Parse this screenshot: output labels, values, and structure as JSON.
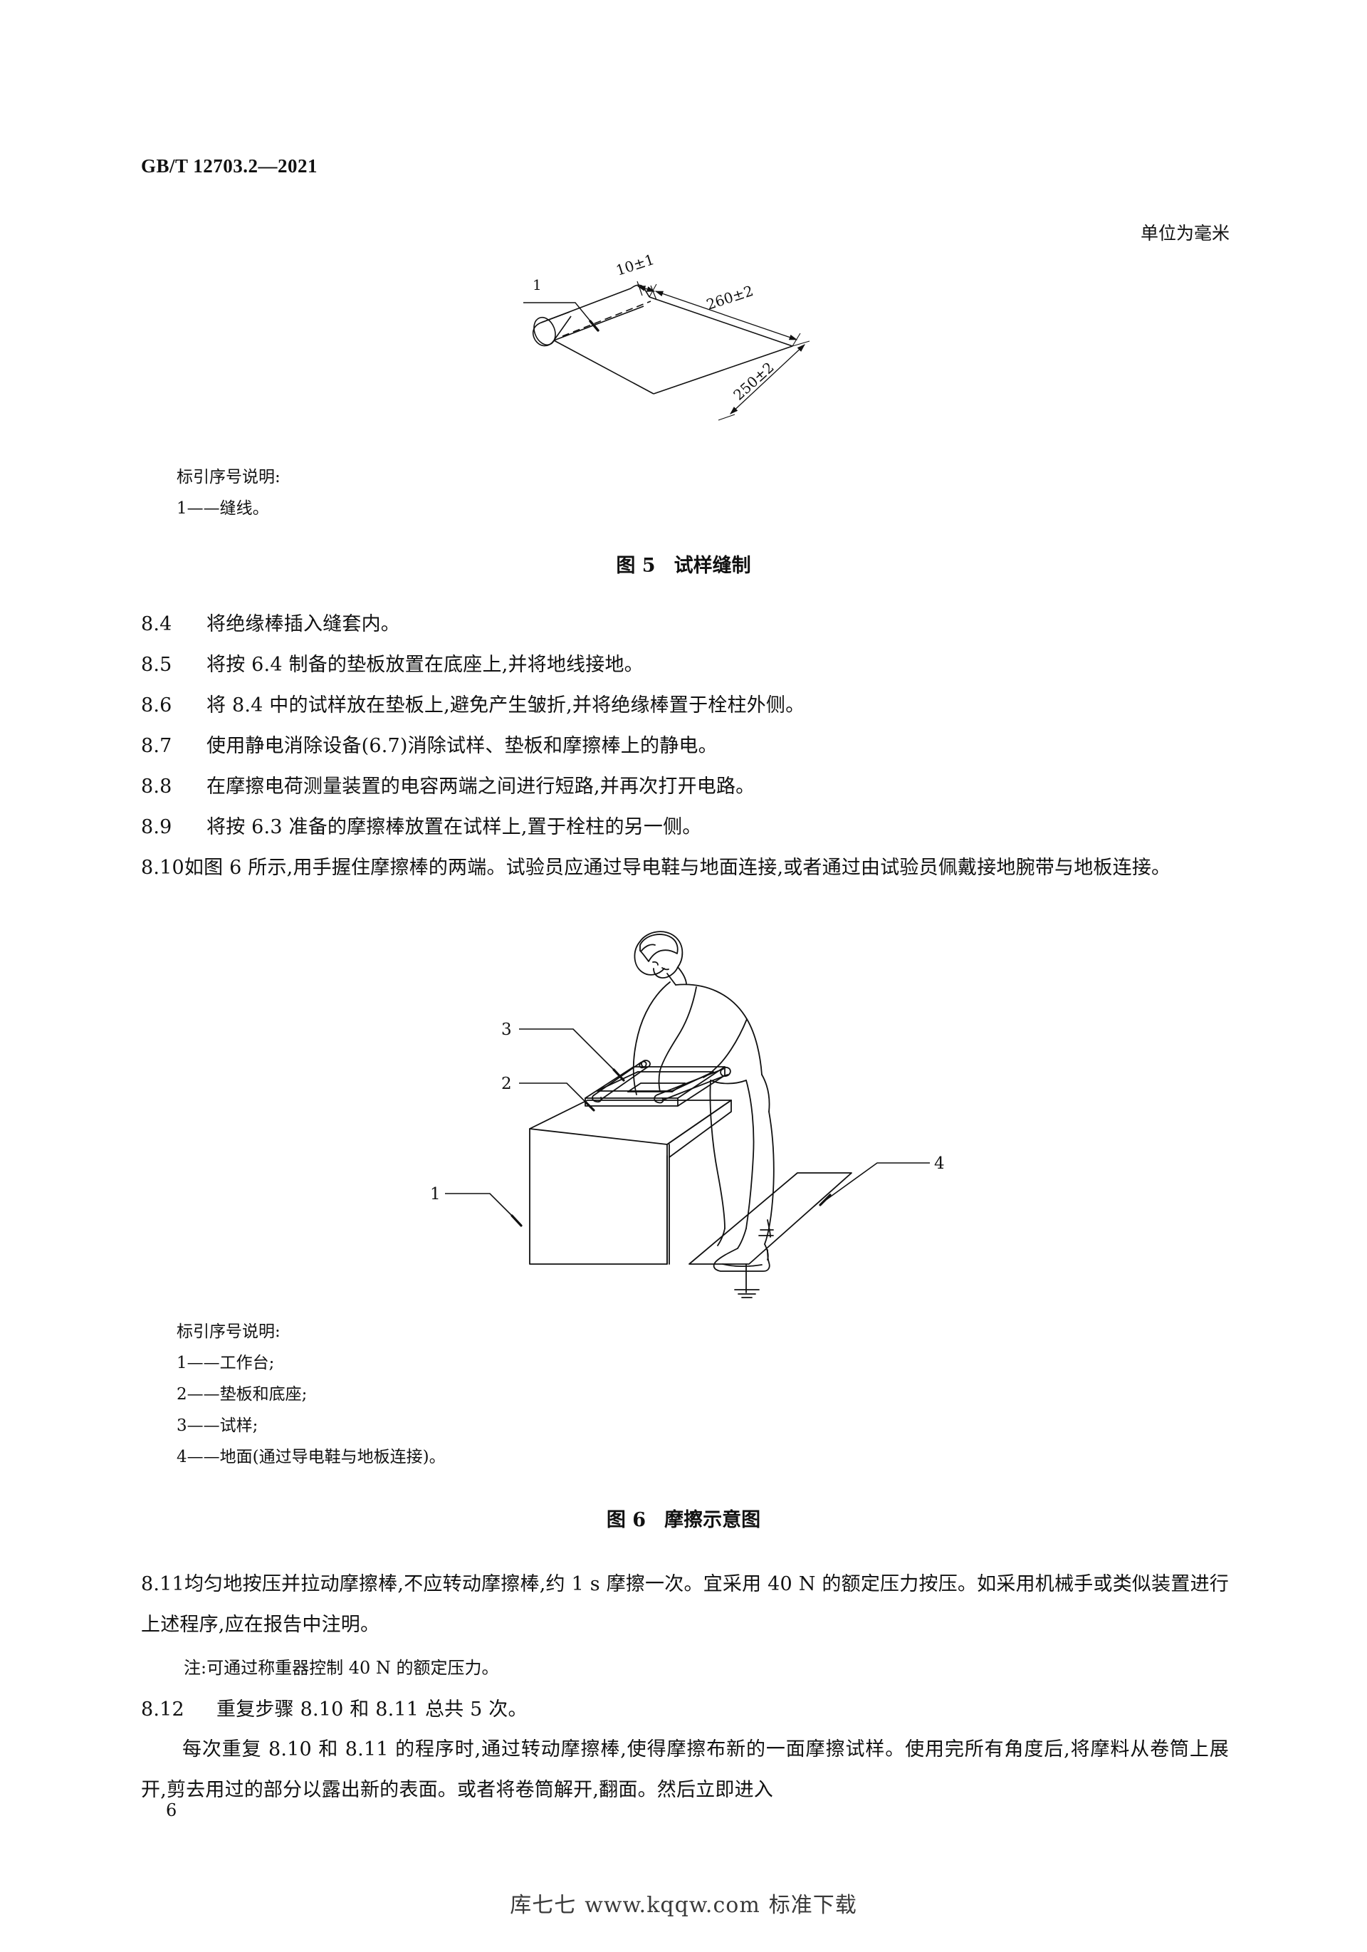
{
  "document": {
    "standard_number": "GB/T  12703.2—2021",
    "page_number": "6",
    "unit_note": "单位为毫米"
  },
  "figure5": {
    "dimensions": {
      "width_label": "10±1",
      "length_label": "260±2",
      "depth_label": "250±2",
      "callout_1": "1"
    },
    "legend_title": "标引序号说明:",
    "legend_items": [
      "1——缝线。"
    ],
    "caption_label": "图 5",
    "caption_text": "试样缝制"
  },
  "clauses": [
    {
      "number": "8.4",
      "text": "将绝缘棒插入缝套内。"
    },
    {
      "number": "8.5",
      "text": "将按 6.4 制备的垫板放置在底座上,并将地线接地。"
    },
    {
      "number": "8.6",
      "text": "将 8.4 中的试样放在垫板上,避免产生皱折,并将绝缘棒置于栓柱外侧。"
    },
    {
      "number": "8.7",
      "text": "使用静电消除设备(6.7)消除试样、垫板和摩擦棒上的静电。"
    },
    {
      "number": "8.8",
      "text": "在摩擦电荷测量装置的电容两端之间进行短路,并再次打开电路。"
    },
    {
      "number": "8.9",
      "text": "将按 6.3 准备的摩擦棒放置在试样上,置于栓柱的另一侧。"
    }
  ],
  "clause_8_10": {
    "number": "8.10",
    "text": "如图 6 所示,用手握住摩擦棒的两端。试验员应通过导电鞋与地面连接,或者通过由试验员佩戴接地腕带与地板连接。"
  },
  "figure6": {
    "callouts": [
      "1",
      "2",
      "3",
      "4"
    ],
    "legend_title": "标引序号说明:",
    "legend_items": [
      "1——工作台;",
      "2——垫板和底座;",
      "3——试样;",
      "4——地面(通过导电鞋与地板连接)。"
    ],
    "caption_label": "图 6",
    "caption_text": "摩擦示意图"
  },
  "clause_8_11": {
    "number": "8.11",
    "text": "均匀地按压并拉动摩擦棒,不应转动摩擦棒,约 1 s 摩擦一次。宜采用 40 N 的额定压力按压。如采用机械手或类似装置进行上述程序,应在报告中注明。"
  },
  "note_8_11": {
    "text": "注:可通过称重器控制 40 N 的额定压力。"
  },
  "clause_8_12": {
    "number": "8.12",
    "text": "重复步骤 8.10 和 8.11 总共 5 次。"
  },
  "closing_paragraph": {
    "text": "每次重复 8.10 和 8.11 的程序时,通过转动摩擦棒,使得摩擦布新的一面摩擦试样。使用完所有角度后,将摩料从卷筒上展开,剪去用过的部分以露出新的表面。或者将卷筒解开,翻面。然后立即进入"
  },
  "footer": {
    "site_prefix": "库七七",
    "site_url": "www.kqqw.com",
    "site_suffix": "标准下载"
  }
}
